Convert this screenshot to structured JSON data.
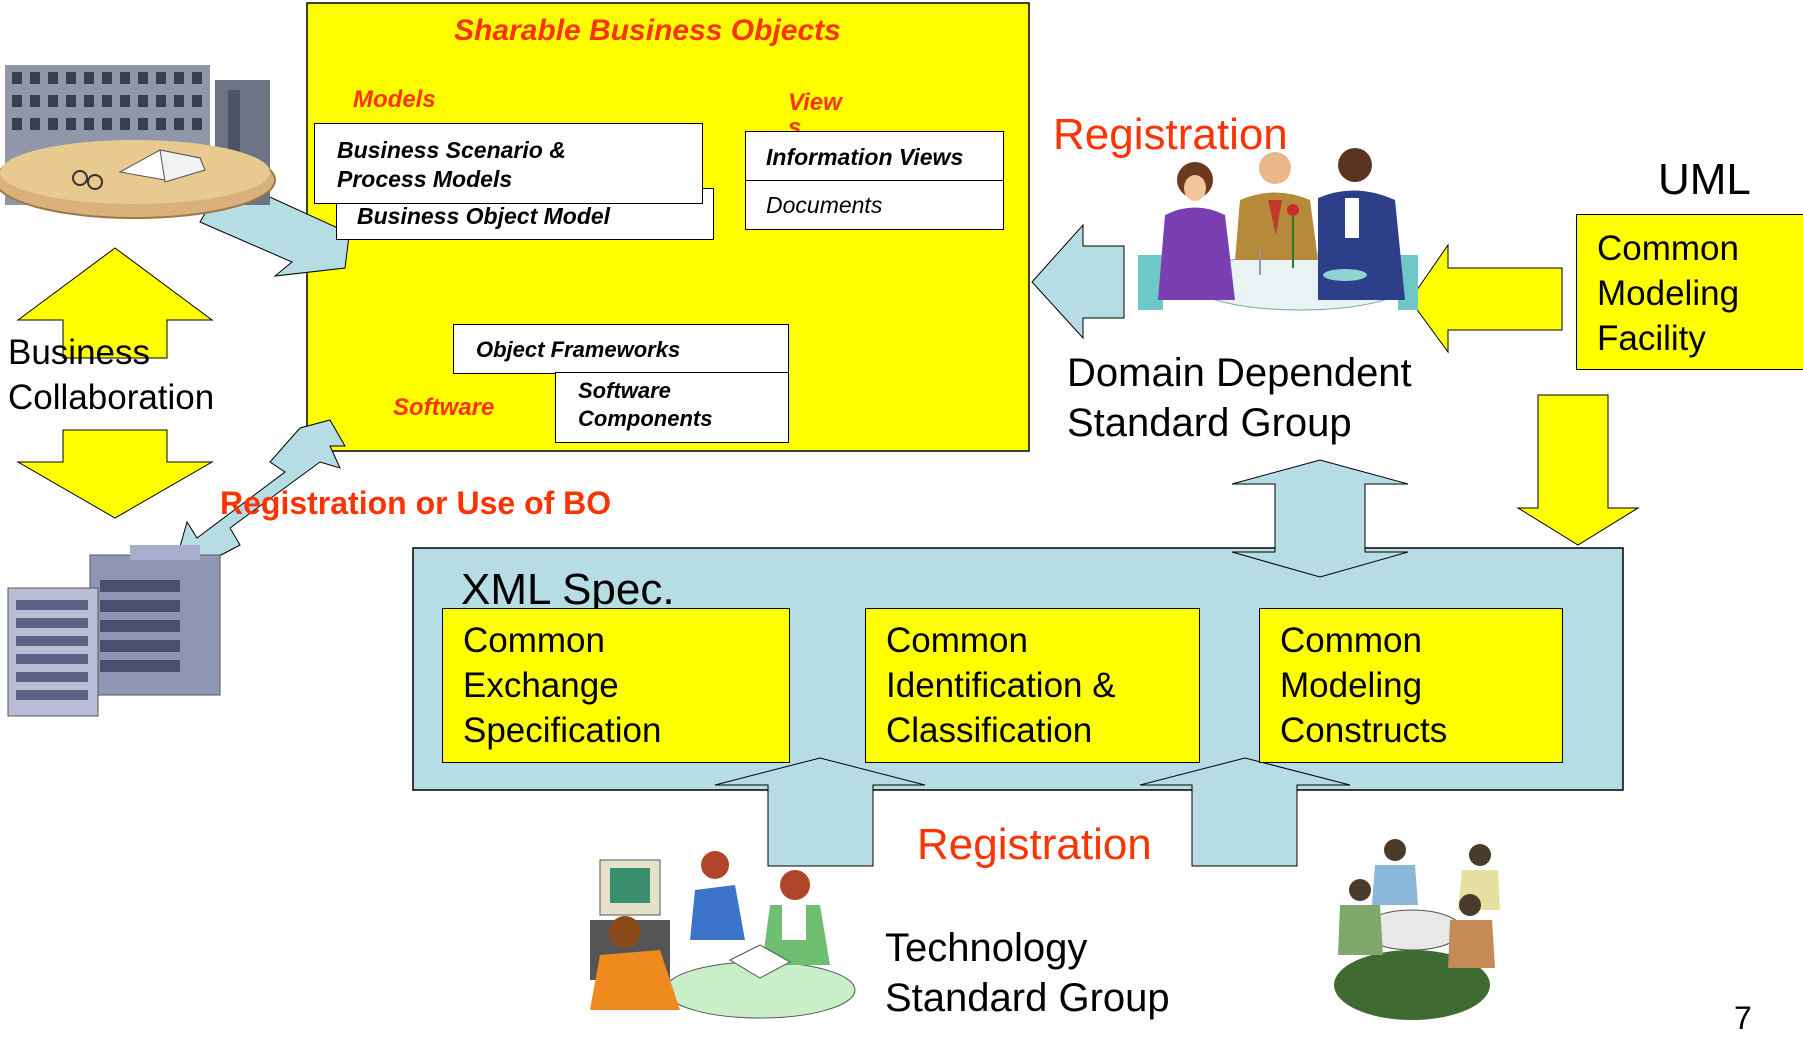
{
  "sbo": {
    "title": "Sharable Business Objects",
    "models_label": "Models",
    "views_label_1": "View",
    "views_label_2": "s",
    "software_label": "Software",
    "scenario_line1": "Business Scenario &",
    "scenario_line2": "Process Models",
    "bo_model": "Business Object Model",
    "info_views": "Information Views",
    "documents": "Documents",
    "object_frameworks": "Object Frameworks",
    "software_components_1": "Software",
    "software_components_2": "Components"
  },
  "labels": {
    "registration_top": "Registration",
    "registration_bottom": "Registration",
    "registration_or_use": "Registration or Use of BO",
    "business_1": "Business",
    "business_2": "Collaboration",
    "domain_1": "Domain Dependent",
    "domain_2": "Standard Group",
    "uml": "UML",
    "tech_1": "Technology",
    "tech_2": "Standard Group",
    "page_number": "7"
  },
  "cmf": {
    "line1": "Common",
    "line2": "Modeling",
    "line3": "Facility"
  },
  "xml": {
    "title": "XML Spec.",
    "boxes": [
      {
        "line1": "Common",
        "line2": "Exchange",
        "line3": "Specification"
      },
      {
        "line1": "Common",
        "line2": "Identification &",
        "line3": "Classification"
      },
      {
        "line1": "Common",
        "line2": "Modeling",
        "line3": "Constructs"
      }
    ]
  },
  "colors": {
    "yellow": "#ffff00",
    "lightblue": "#b7dde4",
    "red": "#ff3300"
  }
}
